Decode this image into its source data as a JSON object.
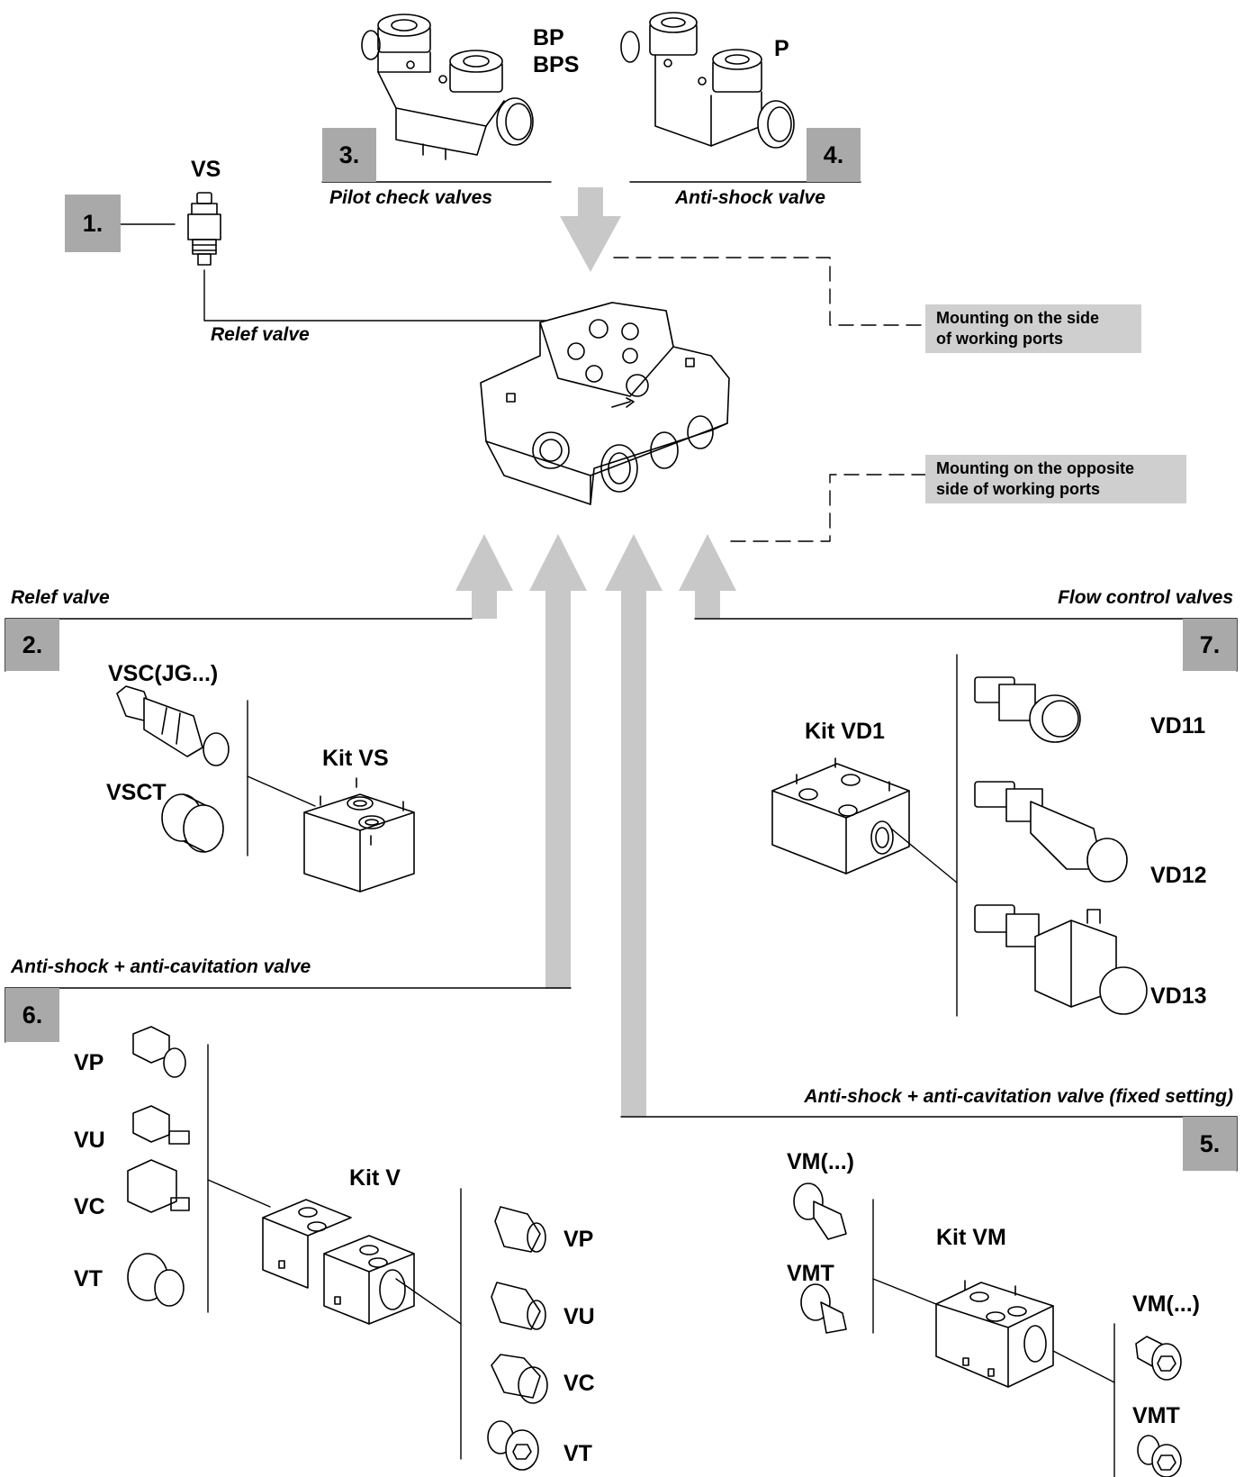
{
  "steps": {
    "s1": "1.",
    "s2": "2.",
    "s3": "3.",
    "s4": "4.",
    "s5": "5.",
    "s6": "6.",
    "s7": "7."
  },
  "labels": {
    "vs_top": "VS",
    "bp": "BP",
    "bps": "BPS",
    "p": "P",
    "vsc_jg": "VSC(JG...)",
    "vsct": "VSCT",
    "kit_vs": "Kit VS",
    "kit_vd1": "Kit VD1",
    "vd11": "VD11",
    "vd12": "VD12",
    "vd13": "VD13",
    "left_vp": "VP",
    "left_vu": "VU",
    "left_vc": "VC",
    "left_vt": "VT",
    "kit_v": "Kit V",
    "right_vp": "VP",
    "right_vu": "VU",
    "right_vc": "VC",
    "right_vt": "VT",
    "vm_top": "VM(...)",
    "vmt_left": "VMT",
    "kit_vm": "Kit VM",
    "vm_right": "VM(...)",
    "vmt_right": "VMT"
  },
  "captions": {
    "pilot_check": "Pilot check valves",
    "anti_shock": "Anti-shock valve",
    "relef_upper": "Relef valve",
    "relef_lower": "Relef valve",
    "flow_control": "Flow control valves",
    "anti_shock_cav": "Anti-shock + anti-cavitation valve",
    "anti_shock_cav_fixed": "Anti-shock + anti-cavitation valve (fixed setting)"
  },
  "notes": {
    "side_line1": "Mounting on the side",
    "side_line2": "of working ports",
    "opposite_line1": "Mounting on the opposite",
    "opposite_line2": "side of working ports"
  },
  "colors": {
    "step_box": "#a9a9a9",
    "note_box": "#cfcfcf",
    "arrow": "#c8c8c8"
  }
}
